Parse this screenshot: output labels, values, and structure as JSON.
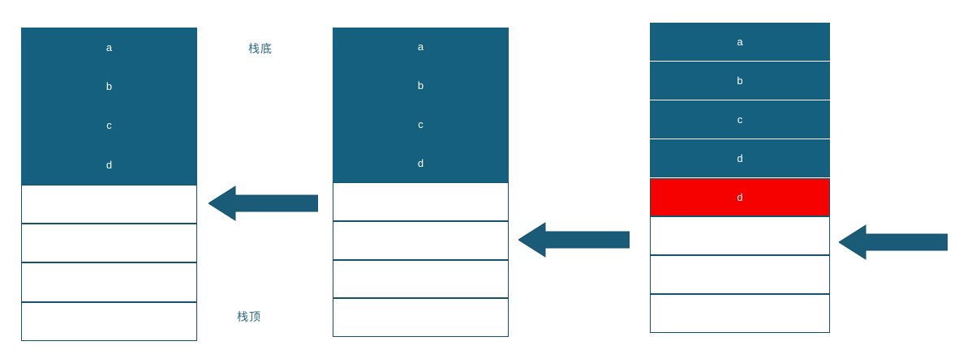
{
  "colors": {
    "fill": "#15607F",
    "border": "#14526B",
    "highlight": "#F70000",
    "label_text": "#2E6A85",
    "arrow": "#1A5B77",
    "background": "#FFFFFF"
  },
  "labels": {
    "stack_bottom": "栈底",
    "stack_top": "栈顶"
  },
  "stacks": [
    {
      "id": "stack-left",
      "cells": [
        {
          "text": "a",
          "state": "filled"
        },
        {
          "text": "b",
          "state": "filled"
        },
        {
          "text": "c",
          "state": "filled"
        },
        {
          "text": "d",
          "state": "filled"
        },
        {
          "text": "",
          "state": "empty"
        },
        {
          "text": "",
          "state": "empty"
        },
        {
          "text": "",
          "state": "empty"
        },
        {
          "text": "",
          "state": "empty"
        }
      ]
    },
    {
      "id": "stack-middle",
      "cells": [
        {
          "text": "a",
          "state": "filled"
        },
        {
          "text": "b",
          "state": "filled"
        },
        {
          "text": "c",
          "state": "filled"
        },
        {
          "text": "d",
          "state": "filled"
        },
        {
          "text": "",
          "state": "empty"
        },
        {
          "text": "",
          "state": "empty"
        },
        {
          "text": "",
          "state": "empty"
        },
        {
          "text": "",
          "state": "empty"
        }
      ]
    },
    {
      "id": "stack-right",
      "cells": [
        {
          "text": "a",
          "state": "filled"
        },
        {
          "text": "b",
          "state": "filled"
        },
        {
          "text": "c",
          "state": "filled"
        },
        {
          "text": "d",
          "state": "filled"
        },
        {
          "text": "d",
          "state": "highlight"
        },
        {
          "text": "",
          "state": "empty"
        },
        {
          "text": "",
          "state": "empty"
        },
        {
          "text": "",
          "state": "empty"
        }
      ]
    }
  ],
  "arrows": [
    {
      "id": "arrow-left",
      "direction": "left"
    },
    {
      "id": "arrow-middle",
      "direction": "left"
    },
    {
      "id": "arrow-right",
      "direction": "left"
    }
  ]
}
